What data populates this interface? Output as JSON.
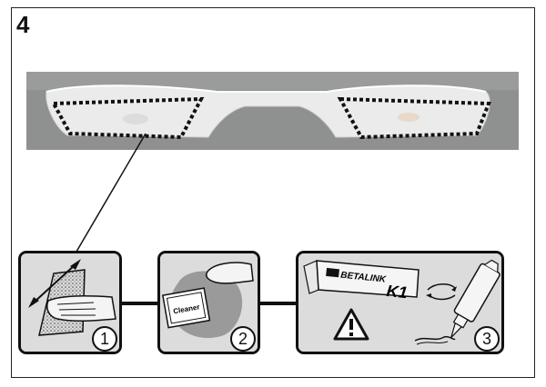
{
  "step_number": "4",
  "steps": [
    {
      "badge": "1",
      "icon": "sanding-pad-hand-icon"
    },
    {
      "badge": "2",
      "icon": "cleaner-wipe-hand-icon",
      "wipe_label": "Cleaner"
    },
    {
      "badge": "3",
      "icon": "adhesive-cartridge-icon",
      "brand_label": "BETALINK",
      "product_label": "K1",
      "warning": "warning-triangle-icon"
    }
  ],
  "colors": {
    "photo_bg": "#8f9090",
    "part": "#ebebec",
    "outline": "#111111"
  }
}
